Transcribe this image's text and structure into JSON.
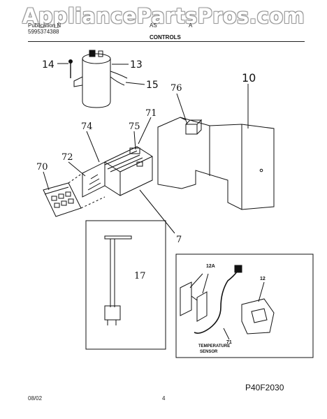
{
  "watermark": "AppliancePartsPros.com",
  "header": {
    "publication_label": "Publication N",
    "publication_number": "5995374388",
    "model": "AS",
    "model_suffix": "A",
    "section_title": "CONTROLS"
  },
  "callouts": {
    "c14": "14",
    "c13": "13",
    "c15": "15",
    "c76": "76",
    "c10": "10",
    "c71": "71",
    "c74": "74",
    "c75": "75",
    "c72": "72",
    "c70": "70",
    "c7": "7",
    "c17": "17",
    "c12a": "12A",
    "c12": "12",
    "c71b": "71",
    "sensor_line1": "TEMPERATURE",
    "sensor_line2": "SENSOR"
  },
  "footer": {
    "date": "08/02",
    "page": "4",
    "drawing_code": "P40F2030"
  }
}
